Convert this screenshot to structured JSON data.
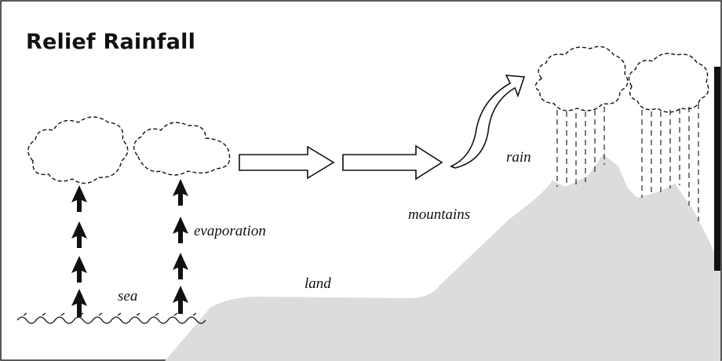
{
  "title": "Relief Rainfall",
  "labels": {
    "sea": "sea",
    "evaporation": "evaporation",
    "land": "land",
    "mountains": "mountains",
    "rain": "rain"
  },
  "colors": {
    "land": "#dcdcdc",
    "stroke": "#111111",
    "background": "#ffffff"
  },
  "icons": [
    "cloud-icon",
    "arrow-up-icon",
    "arrow-right-icon",
    "curved-arrow-icon",
    "wave-icon",
    "rain-drop-lines"
  ]
}
